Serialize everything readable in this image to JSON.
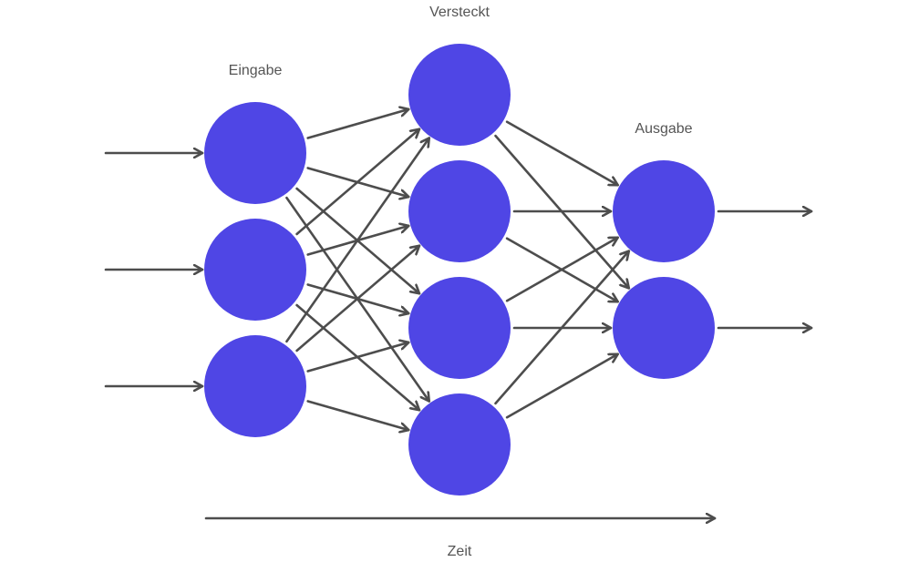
{
  "labels": {
    "input": "Eingabe",
    "hidden": "Versteckt",
    "output": "Ausgabe",
    "time": "Zeit"
  },
  "layers": [
    {
      "id": "input",
      "count": 3
    },
    {
      "id": "hidden",
      "count": 4
    },
    {
      "id": "output",
      "count": 2
    }
  ],
  "colors": {
    "node": "#4f46e5",
    "edge": "#4d4d4d",
    "text": "#555555"
  },
  "connections": "fully-connected",
  "external_inputs": 3,
  "external_outputs": 2,
  "time_axis": true
}
